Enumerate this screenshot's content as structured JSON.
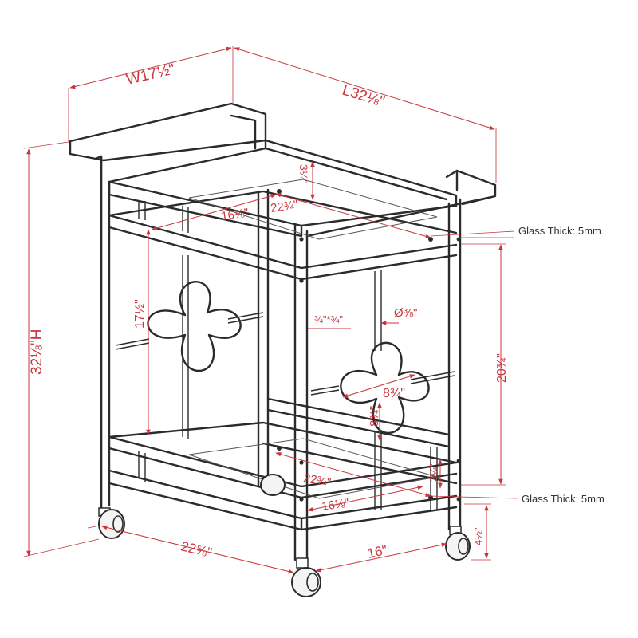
{
  "dimensions": {
    "width": "W17½\"",
    "length": "L32⅛\"",
    "height": "32⅛\"H",
    "rail_height": "3¼\"",
    "top_inner_length": "22¾\"",
    "top_inner_width": "16⅛\"",
    "side_panel_height": "17½\"",
    "tube_section": "¾\"*¾\"",
    "rod_diameter": "Ø⅜\"",
    "clover_width": "8¾\"",
    "clover_height": "8¾\"",
    "shelf_gap": "20¾\"",
    "bottom_inner_length": "22¾\"",
    "bottom_inner_width": "16⅛\"",
    "bottom_rail_height": "3¼\"",
    "base_length": "22⅝\"",
    "base_width": "16\"",
    "wheel_clearance": "4½\""
  },
  "notes": {
    "glass_top": "Glass Thick: 5mm",
    "glass_bottom": "Glass Thick: 5mm"
  },
  "colors": {
    "dimension": "#c8363d",
    "frame": "#2b2b2b"
  }
}
